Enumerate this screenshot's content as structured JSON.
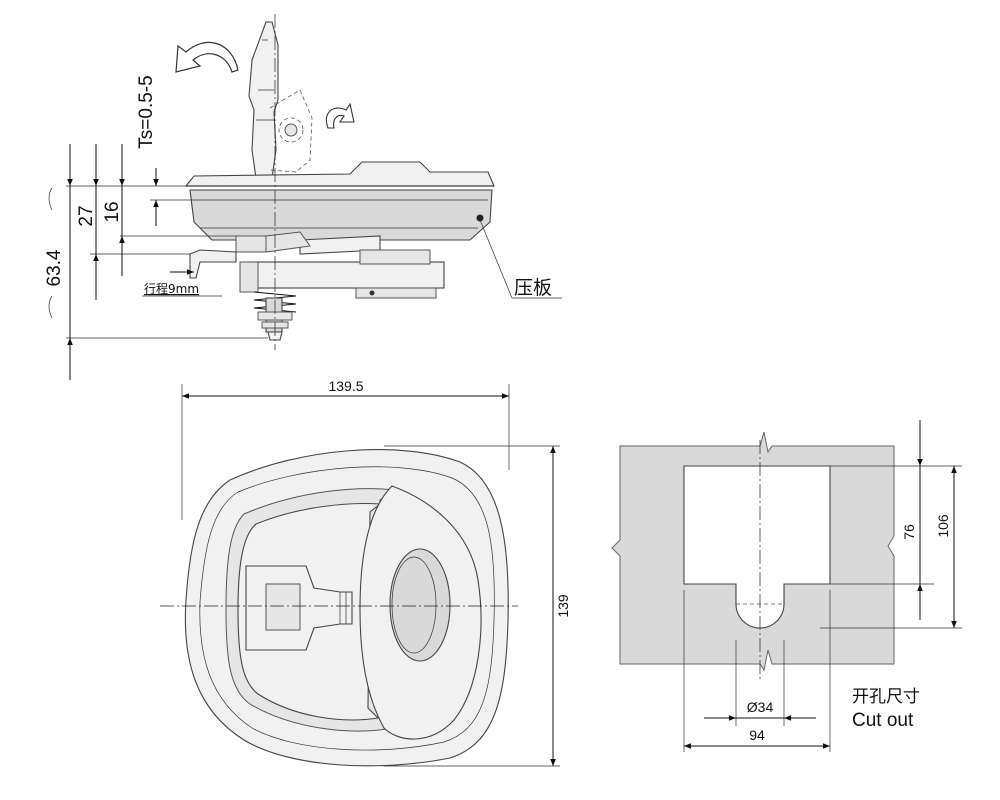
{
  "side_view": {
    "dim_total": "63.4",
    "dim_27": "27",
    "dim_16": "16",
    "dim_ts": "Ts=0.5-5",
    "stroke_label": "行程9mm",
    "plate_label": "压板"
  },
  "front_view": {
    "dim_width": "139.5",
    "dim_height": "139"
  },
  "cutout_view": {
    "dim_76": "76",
    "dim_106": "106",
    "dim_34": "Ø34",
    "dim_94": "94",
    "title_cn": "开孔尺寸",
    "title_en": "Cut out"
  }
}
